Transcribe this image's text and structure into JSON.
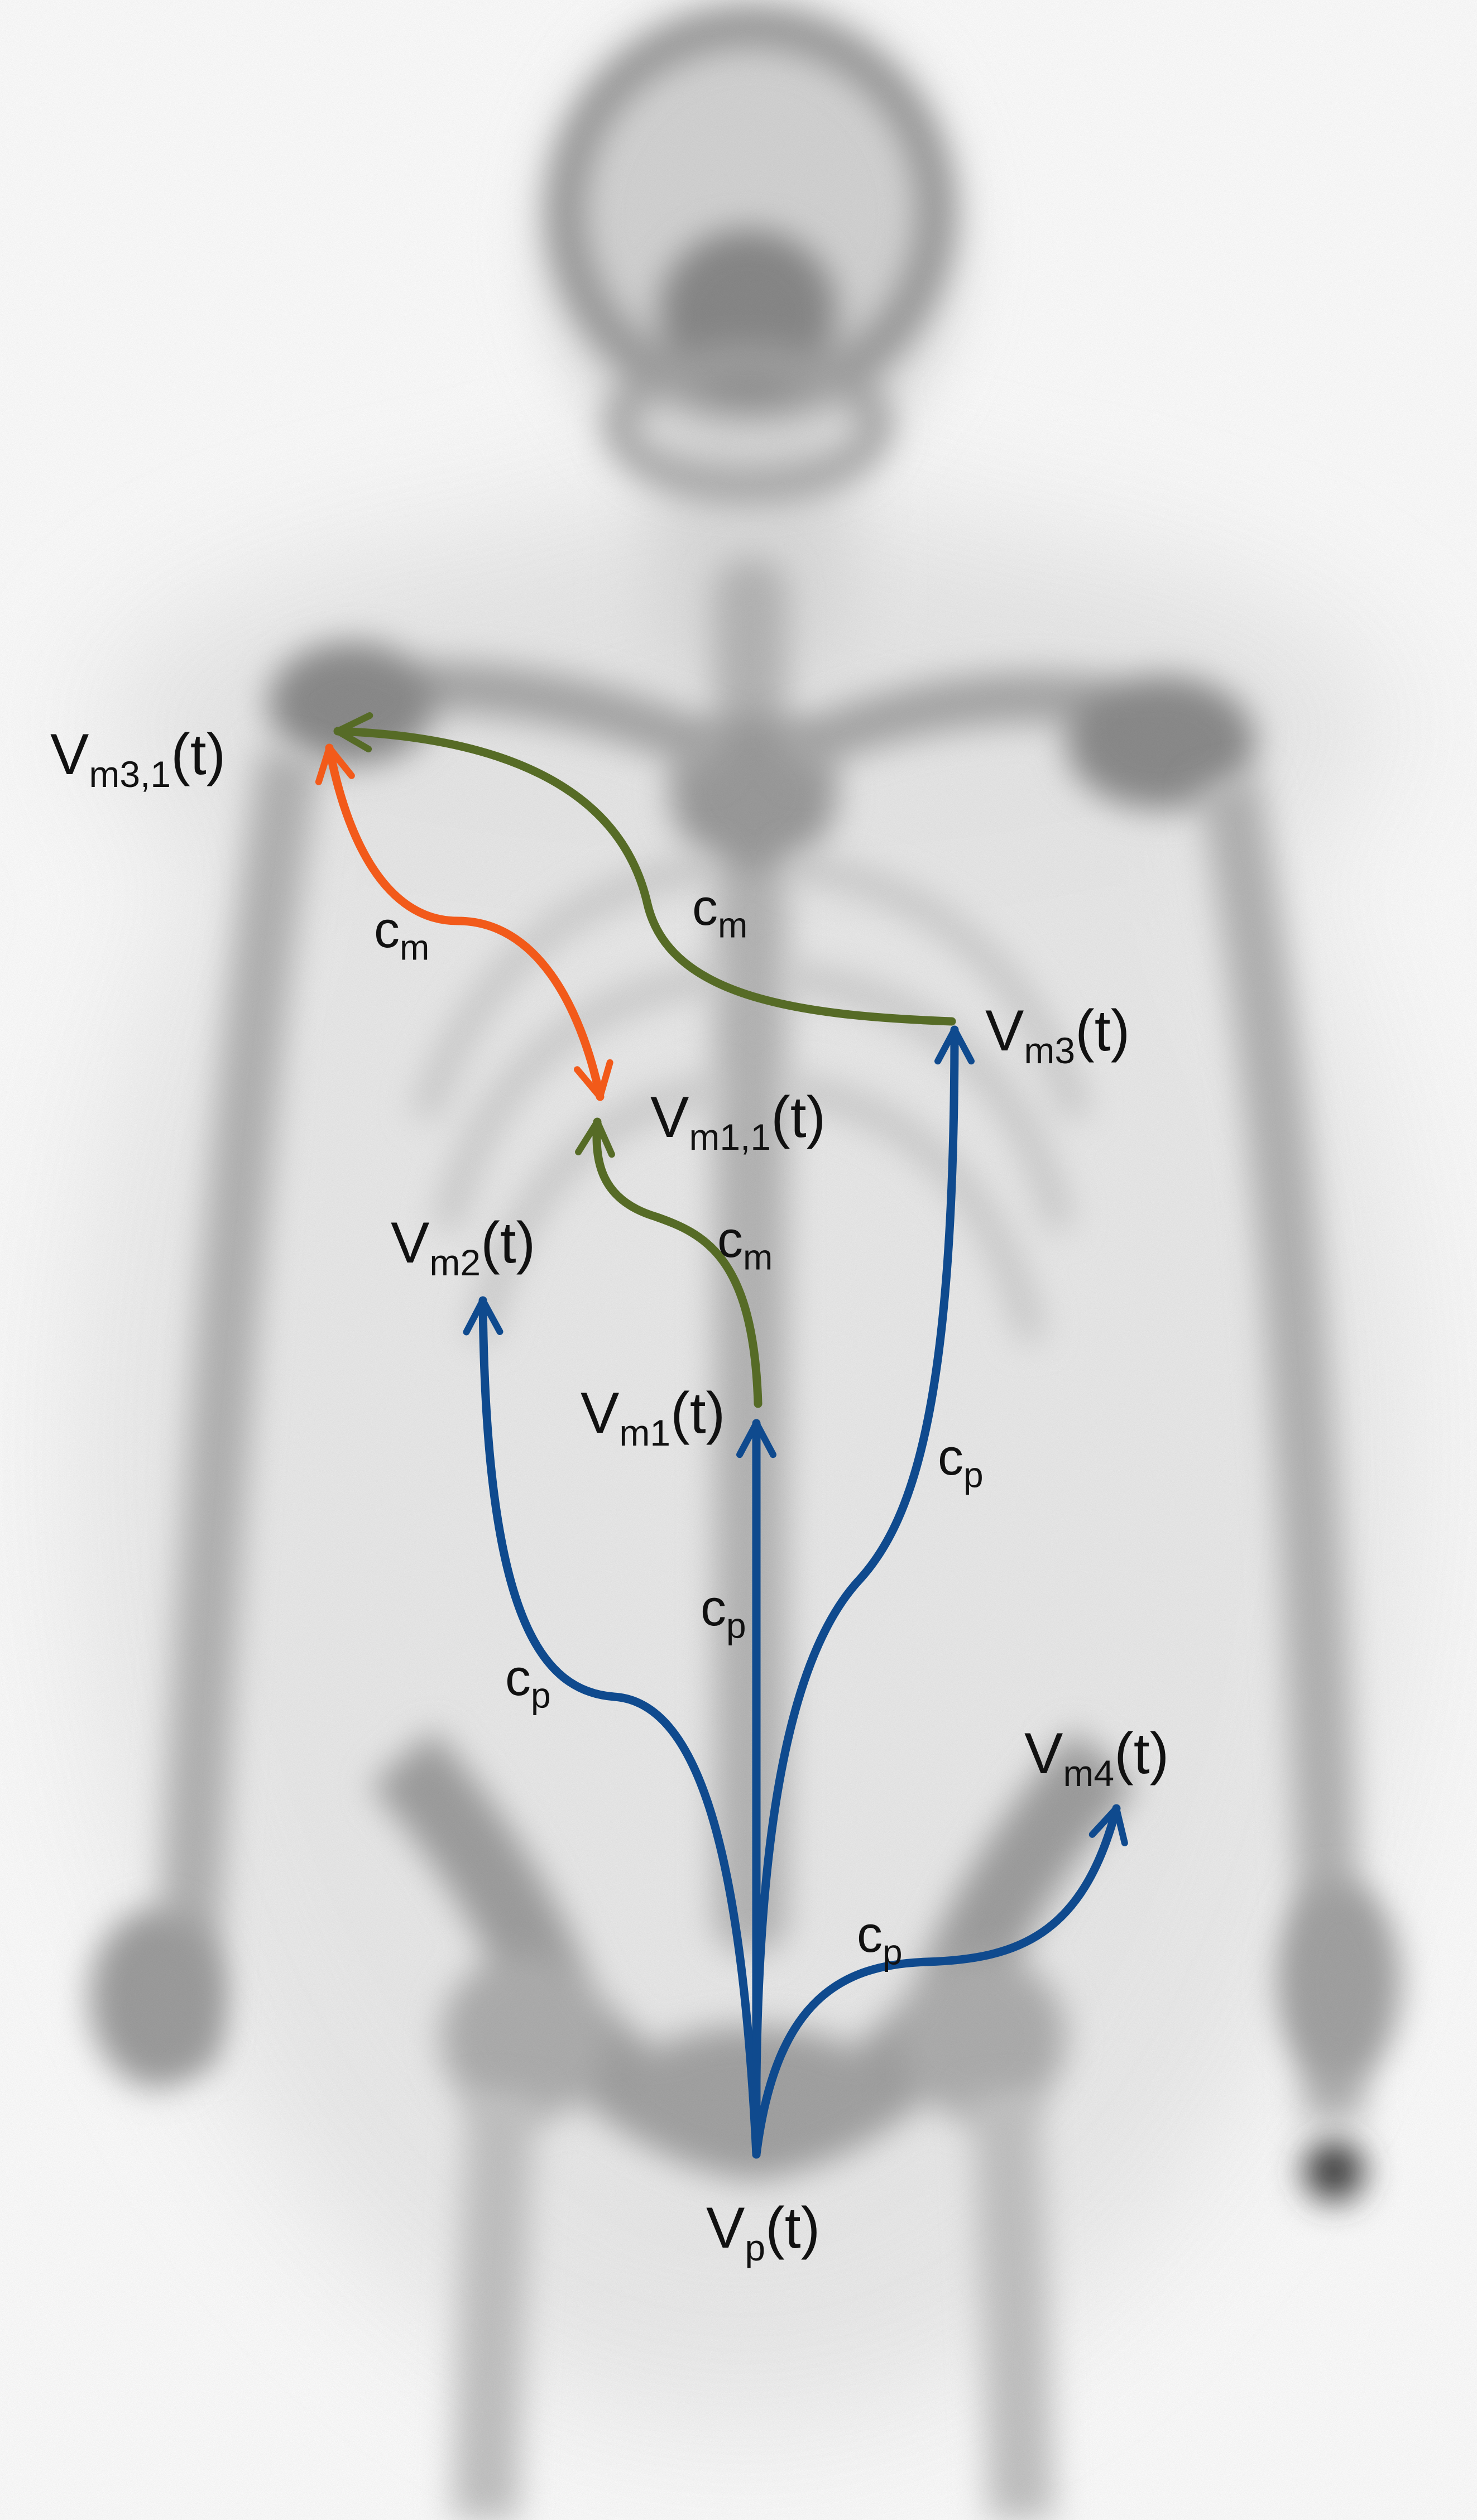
{
  "figure": {
    "background": "bone scintigraphy (whole-body scan), anterior view",
    "colors": {
      "primary_spread": "#0f4a8e",
      "secondary_spread": "#566b26",
      "tertiary_spread": "#f25a1a"
    }
  },
  "nodes": {
    "vp": {
      "main": "V",
      "sub": "p",
      "tail": "(t)"
    },
    "vm1": {
      "main": "V",
      "sub": "m1",
      "tail": "(t)"
    },
    "vm2": {
      "main": "V",
      "sub": "m2",
      "tail": "(t)"
    },
    "vm3": {
      "main": "V",
      "sub": "m3",
      "tail": "(t)"
    },
    "vm4": {
      "main": "V",
      "sub": "m4",
      "tail": "(t)"
    },
    "vm11": {
      "main": "V",
      "sub": "m1,1",
      "tail": "(t)"
    },
    "vm31": {
      "main": "V",
      "sub": "m3,1",
      "tail": "(t)"
    }
  },
  "edges": [
    {
      "id": "vp-vm1",
      "from": "vp",
      "to": "vm1",
      "label": {
        "main": "c",
        "sub": "p"
      },
      "color": "primary_spread"
    },
    {
      "id": "vp-vm2",
      "from": "vp",
      "to": "vm2",
      "label": {
        "main": "c",
        "sub": "p"
      },
      "color": "primary_spread"
    },
    {
      "id": "vp-vm3",
      "from": "vp",
      "to": "vm3",
      "label": {
        "main": "c",
        "sub": "p"
      },
      "color": "primary_spread"
    },
    {
      "id": "vp-vm4",
      "from": "vp",
      "to": "vm4",
      "label": {
        "main": "c",
        "sub": "p"
      },
      "color": "primary_spread"
    },
    {
      "id": "vm1-vm11",
      "from": "vm1",
      "to": "vm11",
      "label": {
        "main": "c",
        "sub": "m"
      },
      "color": "secondary_spread"
    },
    {
      "id": "vm3-vm31",
      "from": "vm3",
      "to": "vm31",
      "label": {
        "main": "c",
        "sub": "m"
      },
      "color": "secondary_spread"
    },
    {
      "id": "vm11-vm31",
      "from": "vm11",
      "to": "vm31",
      "label": {
        "main": "c",
        "sub": "m"
      },
      "color": "tertiary_spread",
      "bidirectional": true
    }
  ]
}
